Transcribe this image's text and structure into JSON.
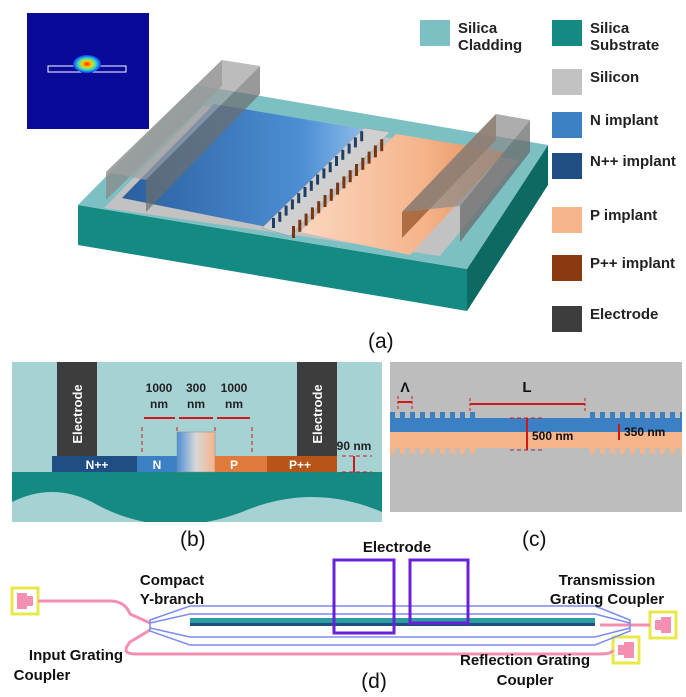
{
  "captions": {
    "a": "(a)",
    "b": "(b)",
    "c": "(c)",
    "d": "(d)"
  },
  "legend": [
    {
      "text": "Silica Cladding",
      "color": "#7cc0c4",
      "icon": "silica-cladding-swatch"
    },
    {
      "text": "Silica Substrate",
      "color": "#148a82",
      "icon": "silica-substrate-swatch"
    },
    {
      "text": "Silicon",
      "color": "#c2c2c2",
      "icon": "silicon-swatch"
    },
    {
      "text": "N implant",
      "color": "#3b7fc4",
      "icon": "n-implant-swatch"
    },
    {
      "text": "N++ implant",
      "color": "#1f4e85",
      "icon": "n-plus-plus-implant-swatch"
    },
    {
      "text": "P implant",
      "color": "#f5b48a",
      "icon": "p-implant-swatch"
    },
    {
      "text": "P++ implant",
      "color": "#8b3a10",
      "icon": "p-plus-plus-implant-swatch"
    },
    {
      "text": "Electrode",
      "color": "#3d3d3d",
      "icon": "electrode-swatch"
    }
  ],
  "panel_b": {
    "electrode_left": "Electrode",
    "electrode_right": "Electrode",
    "dim_1000_left": "1000",
    "dim_nm_1": "nm",
    "dim_300": "300",
    "dim_1000_right": "1000",
    "dim_nm_2": "nm",
    "dim_nm_3": "nm",
    "slab_height": "90 nm",
    "region_npp": "N++",
    "region_n": "N",
    "region_p": "P",
    "region_ppp": "P++"
  },
  "panel_c": {
    "period_symbol": "Λ",
    "length_symbol": "L",
    "width_outer": "500 nm",
    "width_inner": "350 nm"
  },
  "panel_d": {
    "electrode": "Electrode",
    "ybranch_line1": "Compact",
    "ybranch_line2": "Y-branch",
    "transmission_line1": "Transmission",
    "transmission_line2": "Grating Coupler",
    "input_line1": "Input Grating",
    "input_line2": "Coupler",
    "reflection_line1": "Reflection Grating",
    "reflection_line2": "Coupler"
  },
  "colors": {
    "cladding": "#a6d2d4",
    "substrate": "#148a82",
    "silicon": "#c2c2c2",
    "n": "#3b7fc4",
    "npp": "#1f4e85",
    "p": "#f5b48a",
    "ppp": "#8b3a10",
    "electrode": "#3d3d3d",
    "dimension": "#d01818",
    "layout_pink": "#f48fb1",
    "layout_blue": "#7a8cf0",
    "layout_purple": "#6a1fd8",
    "coupler_yellow": "#e8e84a"
  }
}
